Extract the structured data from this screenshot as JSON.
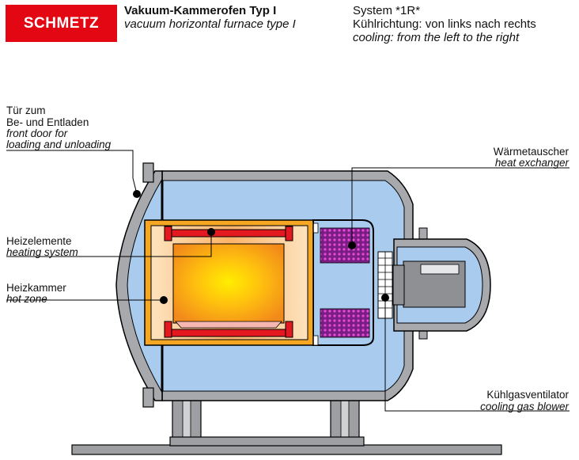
{
  "logo": {
    "text": "SCHMETZ",
    "color": "#e30613"
  },
  "header": {
    "title_de": "Vakuum-Kammerofen Typ I",
    "title_en": "vacuum horizontal furnace type I",
    "system": "System *1R*",
    "direction_de": "Kühlrichtung: von links nach rechts",
    "direction_en": "cooling: from the left to the right"
  },
  "labels": {
    "door": {
      "de_1": "Tür zum",
      "de_2": "Be- und Entladen",
      "en_1": "front door for",
      "en_2": "loading and unloading"
    },
    "heating": {
      "de": "Heizelemente",
      "en": "heating system"
    },
    "hotzone": {
      "de": "Heizkammer",
      "en": "hot zone"
    },
    "heatex": {
      "de": "Wärmetauscher",
      "en": "heat exchanger"
    },
    "blower": {
      "de": "Kühlgasventilator",
      "en": "cooling gas blower"
    }
  },
  "colors": {
    "vessel_fill": "#a9cbee",
    "shell": "#a7a9ac",
    "hot_zone_frame": "#f5a623",
    "heating_element": "#e3191f",
    "heat_exchanger": "#9b2fa3",
    "stand": "#9d9fa2"
  }
}
